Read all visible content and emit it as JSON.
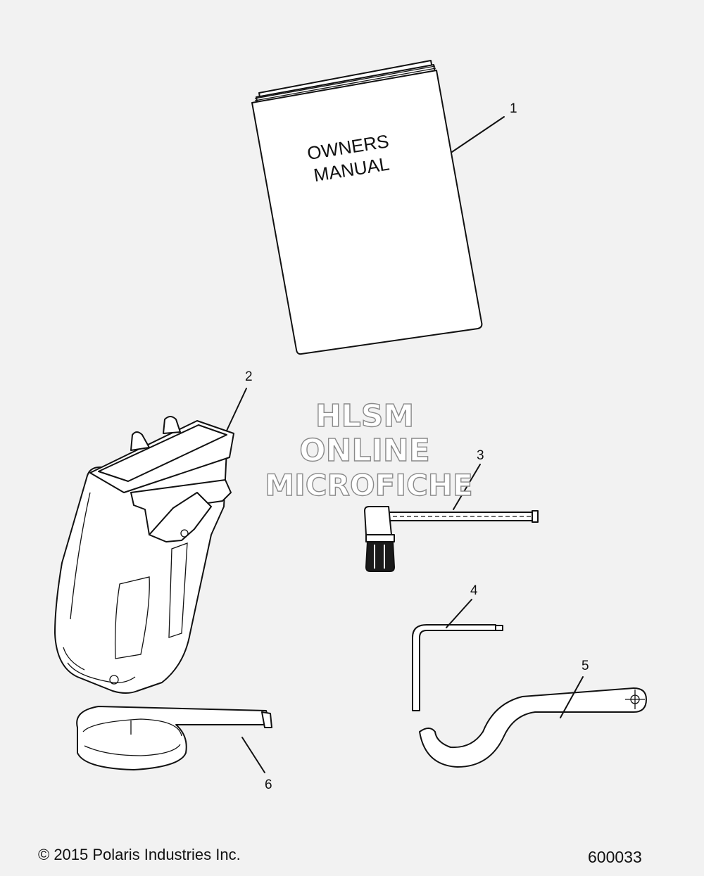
{
  "parts": [
    {
      "number": "1",
      "name": "owners-manual"
    },
    {
      "number": "2",
      "name": "tool-pouch"
    },
    {
      "number": "3",
      "name": "spark-plug-wrench"
    },
    {
      "number": "4",
      "name": "hex-key"
    },
    {
      "number": "5",
      "name": "spanner-wrench"
    },
    {
      "number": "6",
      "name": "strap"
    }
  ],
  "manual": {
    "line1": "OWNERS",
    "line2": "MANUAL"
  },
  "watermark": {
    "line1": "HLSM",
    "line2": "ONLINE",
    "line3": "MICROFICHE"
  },
  "footer": {
    "copyright": "© 2015 Polaris Industries Inc.",
    "diagram_id": "600033"
  },
  "colors": {
    "background": "#f2f2f2",
    "line": "#111111",
    "watermark_outline": "#8a8a8a"
  }
}
